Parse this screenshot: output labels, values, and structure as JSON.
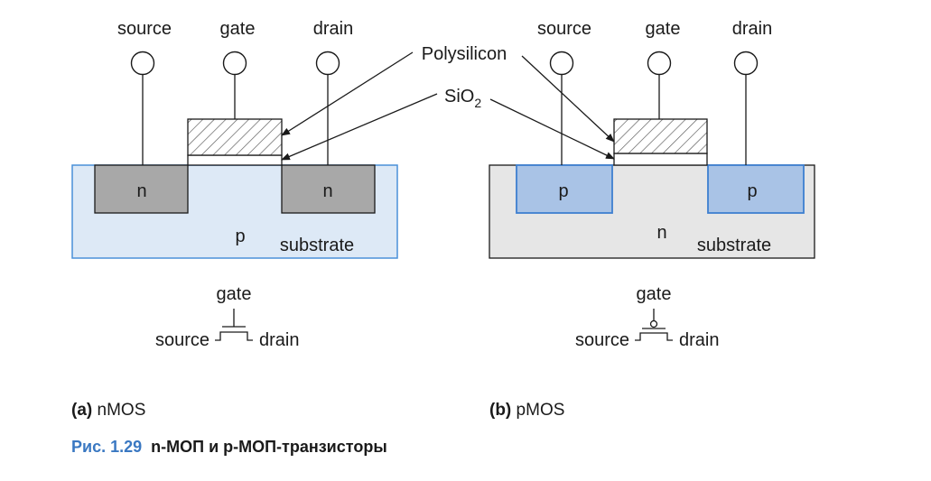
{
  "labels": {
    "source": "source",
    "gate": "gate",
    "drain": "drain",
    "polysilicon": "Polysilicon",
    "sio2_main": "SiO",
    "sio2_sub": "2",
    "substrate": "substrate"
  },
  "nmos": {
    "well": "n",
    "substrate_type": "p",
    "caption_tag": "(a)",
    "caption_text": "nMOS"
  },
  "pmos": {
    "well": "p",
    "substrate_type": "n",
    "caption_tag": "(b)",
    "caption_text": "pMOS"
  },
  "figure": {
    "number": "Рис. 1.29",
    "title": "n-МОП и p-МОП-транзисторы"
  },
  "colors": {
    "nmos_substrate_fill": "#dde9f6",
    "nmos_substrate_border": "#4a90d9",
    "nmos_well_fill": "#a8a8a8",
    "pmos_substrate_fill": "#e6e6e6",
    "pmos_well_fill": "#a9c3e6",
    "pmos_well_border": "#3d7fd0",
    "caption_accent": "#3a78c2"
  }
}
